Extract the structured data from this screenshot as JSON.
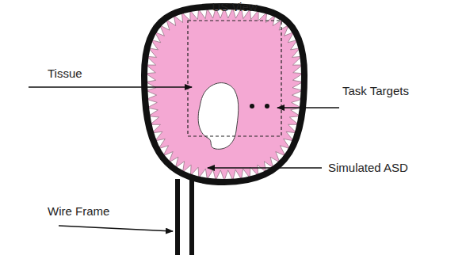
{
  "diagram": {
    "labels": [
      "US View",
      "Tissue",
      "Task Targets",
      "Simulated ASD",
      "Wire Frame"
    ]
  }
}
